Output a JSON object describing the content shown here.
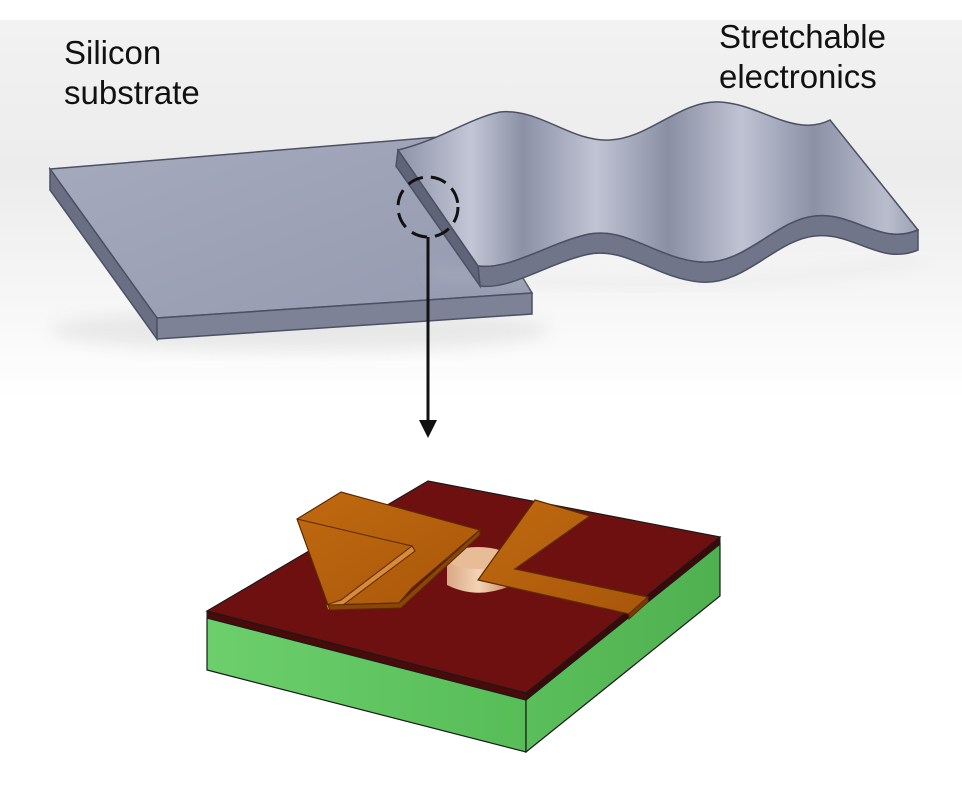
{
  "labels": {
    "silicon_line1": "Silicon",
    "silicon_line2": "substrate",
    "stretch_line1": "Stretchable",
    "stretch_line2": "electronics"
  },
  "colors": {
    "substrate_top": "#9ea3b8",
    "substrate_side": "#5d6277",
    "layer_top": "#6e1010",
    "layer_edge": "#4a0a0a",
    "base_green": "#5cc35c",
    "electrode": "#b8650e"
  }
}
